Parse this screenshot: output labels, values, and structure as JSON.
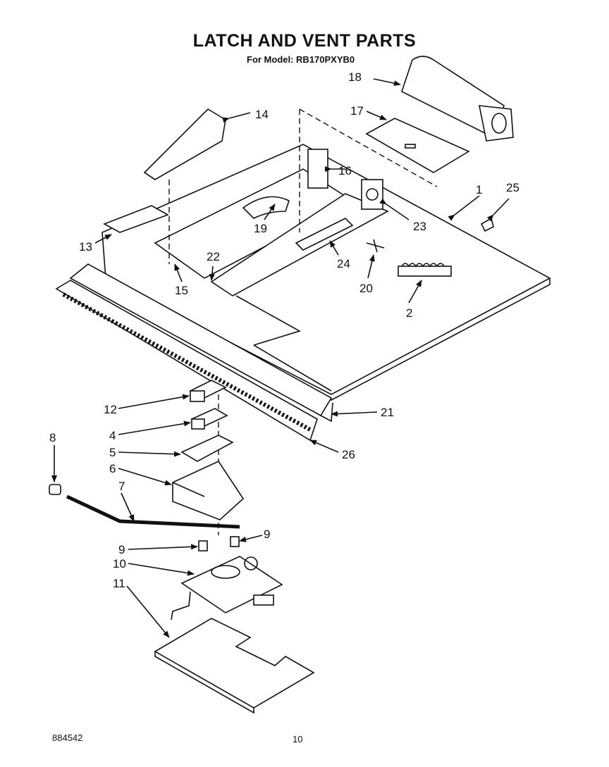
{
  "header": {
    "title": "LATCH AND VENT PARTS",
    "model_line": "For Model: RB170PXYB0"
  },
  "footer": {
    "doc_number": "884542",
    "page_number": "10"
  },
  "callouts": [
    {
      "id": "c1",
      "label": "1"
    },
    {
      "id": "c2",
      "label": "2"
    },
    {
      "id": "c4",
      "label": "4"
    },
    {
      "id": "c5",
      "label": "5"
    },
    {
      "id": "c6",
      "label": "6"
    },
    {
      "id": "c7",
      "label": "7"
    },
    {
      "id": "c8",
      "label": "8"
    },
    {
      "id": "c9a",
      "label": "9"
    },
    {
      "id": "c9b",
      "label": "9"
    },
    {
      "id": "c10",
      "label": "10"
    },
    {
      "id": "c11",
      "label": "11"
    },
    {
      "id": "c12",
      "label": "12"
    },
    {
      "id": "c13",
      "label": "13"
    },
    {
      "id": "c14",
      "label": "14"
    },
    {
      "id": "c15",
      "label": "15"
    },
    {
      "id": "c16",
      "label": "16"
    },
    {
      "id": "c17",
      "label": "17"
    },
    {
      "id": "c18",
      "label": "18"
    },
    {
      "id": "c19",
      "label": "19"
    },
    {
      "id": "c20",
      "label": "20"
    },
    {
      "id": "c21",
      "label": "21"
    },
    {
      "id": "c22",
      "label": "22"
    },
    {
      "id": "c23",
      "label": "23"
    },
    {
      "id": "c24",
      "label": "24"
    },
    {
      "id": "c25",
      "label": "25"
    },
    {
      "id": "c26",
      "label": "26"
    }
  ]
}
